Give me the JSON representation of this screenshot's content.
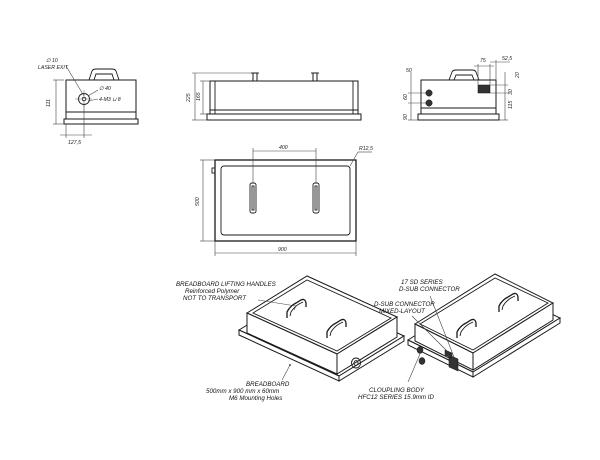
{
  "dimensions": {
    "d_front_d10": "∅ 10",
    "laser_exit": "LASER EXIT",
    "d_front_d40": "∅ 40",
    "d_front_m3": "4-M3 ⊔ 8",
    "d_front_111": "111",
    "d_front_127": "127,5",
    "d_side_225": "225",
    "d_side_165": "165",
    "d_right_75": "75",
    "d_right_52": "52,5",
    "d_right_50": "50",
    "d_right_20": "20",
    "d_right_30": "30",
    "d_right_60": "60",
    "d_right_90": "90",
    "d_right_115": "115",
    "d_top_400": "400",
    "d_top_r12": "R12,5",
    "d_top_500": "500",
    "d_top_900": "900"
  },
  "callouts": {
    "handles_line1": "BREADBOARD LIFTING HANDLES",
    "handles_line2": "Reinforced Polymer",
    "handles_line3": "NOT TO TRANSPORT",
    "breadboard_line1": "BREADBOARD",
    "breadboard_line2": "500mm x 900 mm x 60mm",
    "breadboard_line3": "M6 Mounting Holes",
    "dsub17_line1": "17 SD SERIES",
    "dsub17_line2": "D-SUB CONNECTOR",
    "dsubmix_line1": "D-SUB CONNECTOR",
    "dsubmix_line2": "MIXED-LAYOUT",
    "coupling_line1": "CLOUPLING BODY",
    "coupling_line2": "HFC12 SERIES 15.9mm ID"
  }
}
